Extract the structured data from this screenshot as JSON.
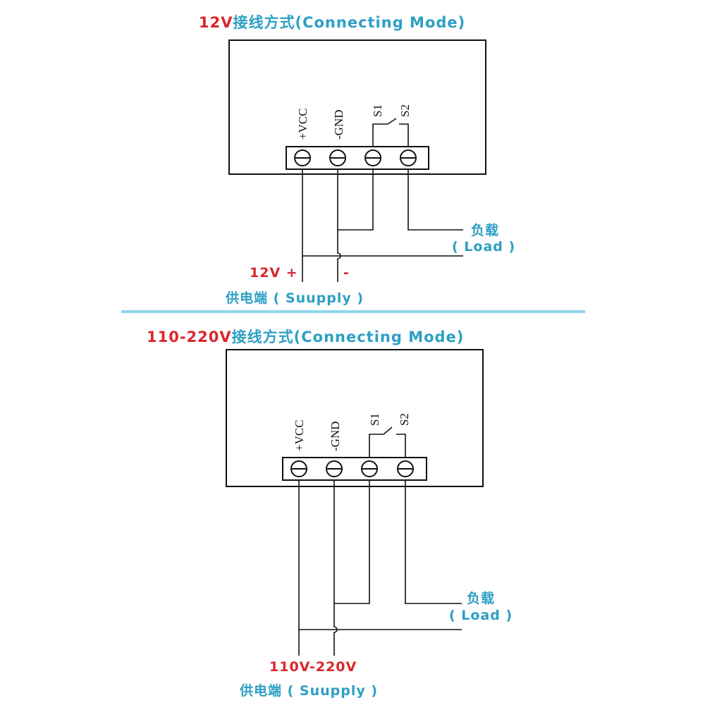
{
  "section1": {
    "title_voltage": "12V",
    "title_text": "接线方式(Connecting Mode)",
    "pins": [
      "+VCC",
      "-GND",
      "S1",
      "S2"
    ],
    "load_cn": "负载",
    "load_en": "( Load )",
    "supply_voltage": "12V +",
    "supply_minus": "-",
    "supply_label": "供电端 ( Suupply )"
  },
  "section2": {
    "title_voltage": "110-220V",
    "title_text": "接线方式(Connecting Mode)",
    "pins": [
      "+VCC",
      "-GND",
      "S1",
      "S2"
    ],
    "load_cn": "负载",
    "load_en": "( Load )",
    "supply_voltage": "110V-220V",
    "supply_label": "供电端 ( Suupply )"
  },
  "colors": {
    "red": "#d9262b",
    "blue": "#2d9fc4",
    "divider": "#8fd3ec",
    "line": "#111111"
  }
}
